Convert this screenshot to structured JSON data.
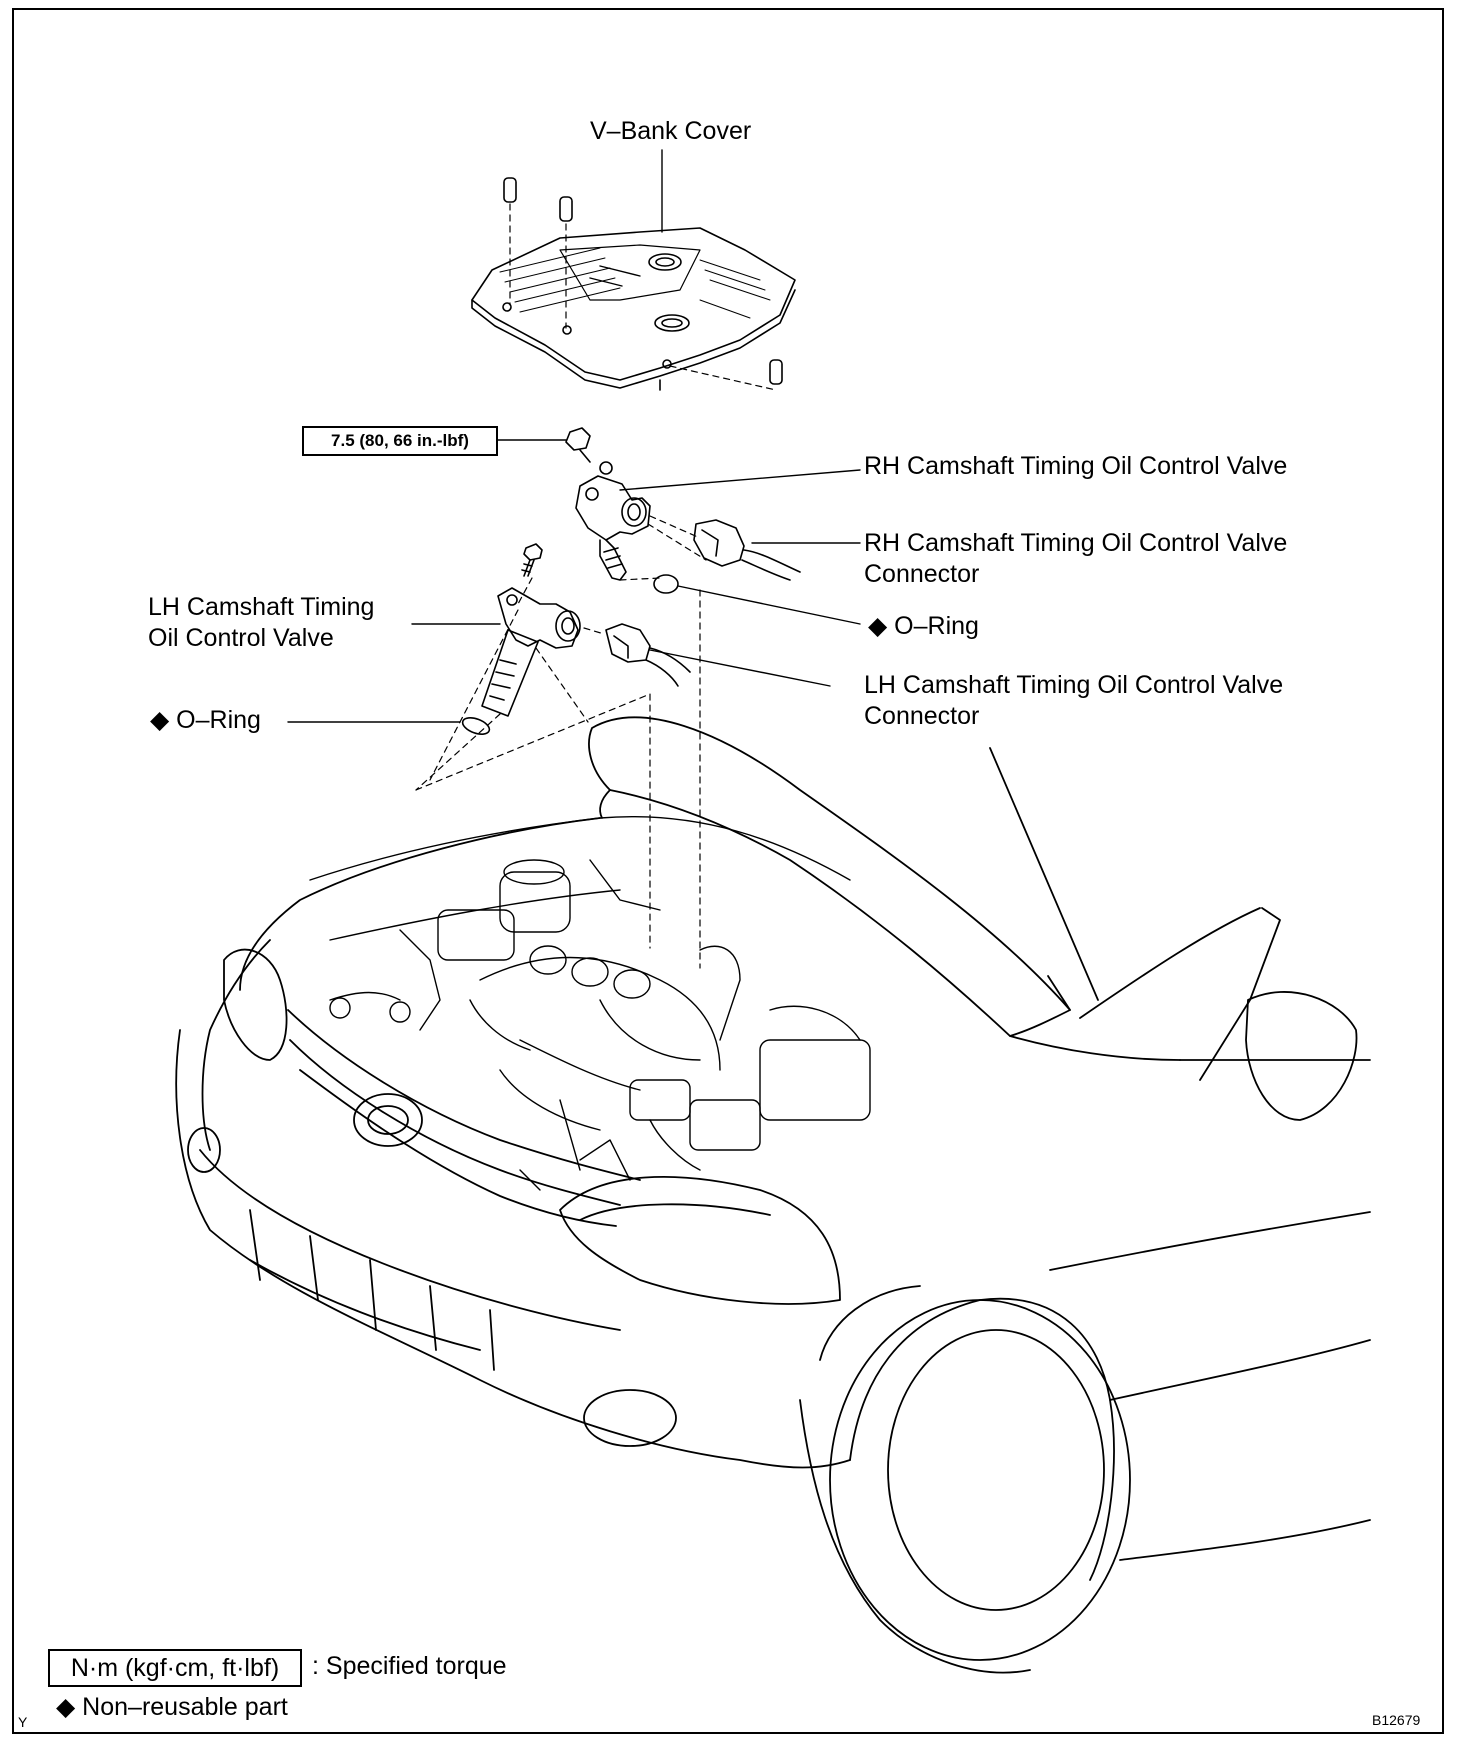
{
  "labels": {
    "vbank_cover": "V–Bank Cover",
    "torque_spec": "7.5 (80, 66 in.-lbf)",
    "rh_valve": "RH Camshaft Timing Oil Control Valve",
    "rh_connector_line1": "RH Camshaft Timing Oil Control Valve",
    "rh_connector_line2": "Connector",
    "o_ring_right": "◆ O–Ring",
    "lh_valve_line1": "LH Camshaft Timing",
    "lh_valve_line2": "Oil Control Valve",
    "lh_connector_line1": "LH Camshaft Timing Oil Control Valve",
    "lh_connector_line2": "Connector",
    "o_ring_left": "◆ O–Ring"
  },
  "legend": {
    "torque_unit": "N·m (kgf·cm, ft·lbf)",
    "torque_desc": ": Specified torque",
    "nonreusable": "◆ Non–reusable part"
  },
  "corner": {
    "left": "Y",
    "figure_id": "B12679"
  }
}
